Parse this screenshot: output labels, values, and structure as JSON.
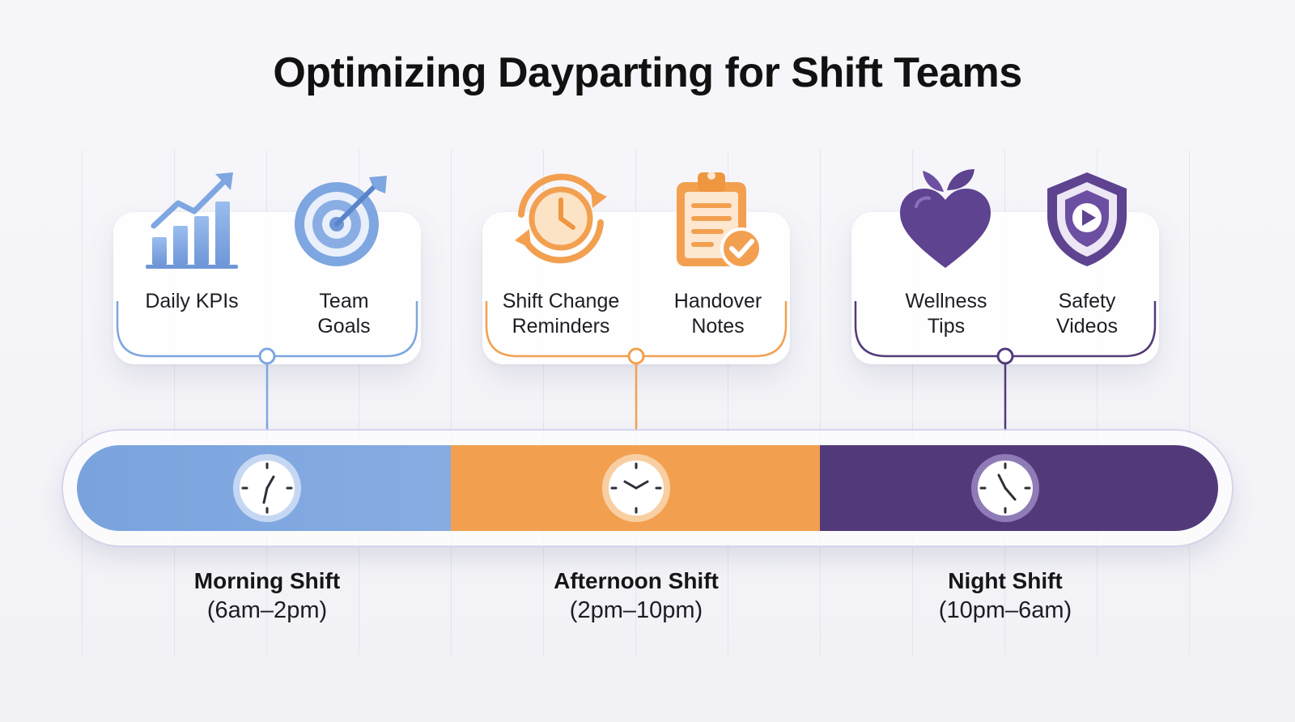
{
  "title": "Optimizing Dayparting for Shift Teams",
  "colors": {
    "morning": "#7ea6e0",
    "afternoon": "#f2a050",
    "night": "#523a7a"
  },
  "shifts": [
    {
      "name": "Morning Shift",
      "time": "(6am–2pm)",
      "color": "#7ea6e0",
      "items": [
        {
          "label": "Daily KPIs",
          "icon": "bar-chart-trend-icon"
        },
        {
          "label": "Team\nGoals",
          "icon": "target-arrow-icon"
        }
      ]
    },
    {
      "name": "Afternoon Shift",
      "time": "(2pm–10pm)",
      "color": "#f2a050",
      "items": [
        {
          "label": "Shift Change\nReminders",
          "icon": "clock-cycle-icon"
        },
        {
          "label": "Handover\nNotes",
          "icon": "clipboard-check-icon"
        }
      ]
    },
    {
      "name": "Night Shift",
      "time": "(10pm–6am)",
      "color": "#523a7a",
      "items": [
        {
          "label": "Wellness\nTips",
          "icon": "heart-fruit-icon"
        },
        {
          "label": "Safety\nVideos",
          "icon": "shield-play-icon"
        }
      ]
    }
  ]
}
